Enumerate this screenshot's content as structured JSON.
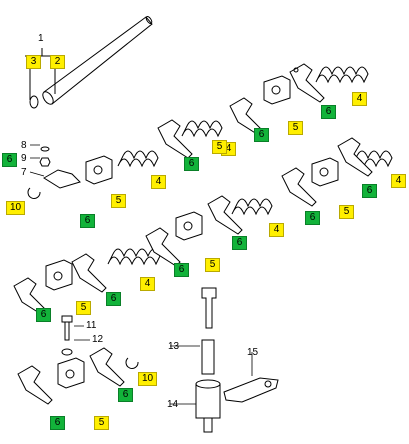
{
  "diagram": {
    "callouts": [
      {
        "id": "c1",
        "text": "1",
        "style": "plain"
      },
      {
        "id": "c3",
        "text": "3",
        "style": "yellow"
      },
      {
        "id": "c2",
        "text": "2",
        "style": "yellow"
      },
      {
        "id": "c8",
        "text": "8",
        "style": "plain"
      },
      {
        "id": "c9",
        "text": "9",
        "style": "plain"
      },
      {
        "id": "c7",
        "text": "7",
        "style": "plain"
      },
      {
        "id": "c6a",
        "text": "6",
        "style": "green"
      },
      {
        "id": "c10a",
        "text": "10",
        "style": "yellow"
      },
      {
        "id": "c5a",
        "text": "5",
        "style": "yellow"
      },
      {
        "id": "c4a",
        "text": "4",
        "style": "yellow"
      },
      {
        "id": "c6b",
        "text": "6",
        "style": "green"
      },
      {
        "id": "c4b",
        "text": "4",
        "style": "yellow"
      },
      {
        "id": "c6c",
        "text": "6",
        "style": "green"
      },
      {
        "id": "c5b",
        "text": "5",
        "style": "yellow"
      },
      {
        "id": "c6d",
        "text": "6",
        "style": "green"
      },
      {
        "id": "c4c",
        "text": "4",
        "style": "yellow"
      },
      {
        "id": "c6e",
        "text": "6",
        "style": "green"
      },
      {
        "id": "c5c",
        "text": "5",
        "style": "yellow"
      },
      {
        "id": "c6f",
        "text": "6",
        "style": "green"
      },
      {
        "id": "c4d",
        "text": "4",
        "style": "yellow"
      },
      {
        "id": "c6g",
        "text": "6",
        "style": "green"
      },
      {
        "id": "c5d",
        "text": "5",
        "style": "yellow"
      },
      {
        "id": "c6h",
        "text": "6",
        "style": "green"
      },
      {
        "id": "c4e",
        "text": "4",
        "style": "yellow"
      },
      {
        "id": "c6i",
        "text": "6",
        "style": "green"
      },
      {
        "id": "c5e",
        "text": "5",
        "style": "yellow"
      },
      {
        "id": "c6j",
        "text": "6",
        "style": "green"
      },
      {
        "id": "c4f",
        "text": "4",
        "style": "yellow"
      },
      {
        "id": "c6k",
        "text": "6",
        "style": "green"
      },
      {
        "id": "c5f",
        "text": "5",
        "style": "yellow"
      },
      {
        "id": "c11",
        "text": "11",
        "style": "plain"
      },
      {
        "id": "c12",
        "text": "12",
        "style": "plain"
      },
      {
        "id": "c13",
        "text": "13",
        "style": "plain"
      },
      {
        "id": "c14",
        "text": "14",
        "style": "plain"
      },
      {
        "id": "c15",
        "text": "15",
        "style": "plain"
      },
      {
        "id": "c10b",
        "text": "10",
        "style": "yellow"
      },
      {
        "id": "c6l",
        "text": "6",
        "style": "green"
      },
      {
        "id": "c5g",
        "text": "5",
        "style": "yellow"
      },
      {
        "id": "c6m",
        "text": "6",
        "style": "green"
      }
    ],
    "colors": {
      "yellow_tag": "#ffef00",
      "green_tag": "#12b33a",
      "line": "#000000"
    }
  }
}
